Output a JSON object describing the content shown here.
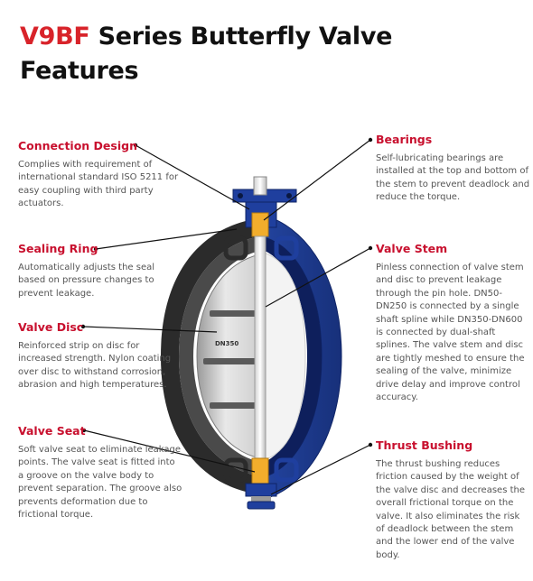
{
  "title": {
    "accent": "V9BF",
    "rest": " Series Butterfly Valve",
    "line2": "Features"
  },
  "disc_marking": "DN350",
  "features": {
    "connection_design": {
      "heading": "Connection Design",
      "text": "Complies with requirement of international standard ISO 5211 for easy coupling with third party actuators."
    },
    "sealing_ring": {
      "heading": "Sealing Ring",
      "text": "Automatically adjusts the seal based on pressure changes to prevent leakage."
    },
    "valve_disc": {
      "heading": "Valve Disc",
      "text": "Reinforced strip on disc for increased strength. Nylon coating over disc to withstand corrosion, abrasion and high temperatures."
    },
    "valve_seat": {
      "heading": "Valve Seat",
      "text": "Soft valve seat to eliminate leakage points. The valve seat is fitted into a groove on the valve body to prevent separation. The groove also prevents deformation due to frictional torque."
    },
    "bearings": {
      "heading": "Bearings",
      "text": "Self-lubricating bearings are installed at the top and bottom of the stem to prevent deadlock and reduce the torque."
    },
    "valve_stem": {
      "heading": "Valve Stem",
      "text": "Pinless connection of valve stem and disc to prevent leakage through the pin hole. DN50-DN250 is connected by a single shaft spline while DN350-DN600 is connected by dual-shaft splines. The valve stem and disc are tightly meshed to ensure the sealing of the valve, minimize drive delay and improve control accuracy."
    },
    "thrust_bushing": {
      "heading": "Thrust Bushing",
      "text": "The thrust bushing reduces friction caused by the weight of the valve disc and decreases the overall frictional torque on the valve. It also eliminates the risk of deadlock between the stem and the lower end of the valve body."
    }
  },
  "colors": {
    "accent_red": "#d8232a",
    "heading_red": "#c8102e",
    "body_blue": "#1f3f9e",
    "body_black": "#2a2a2a",
    "bearing_orange": "#f2ad2c"
  }
}
